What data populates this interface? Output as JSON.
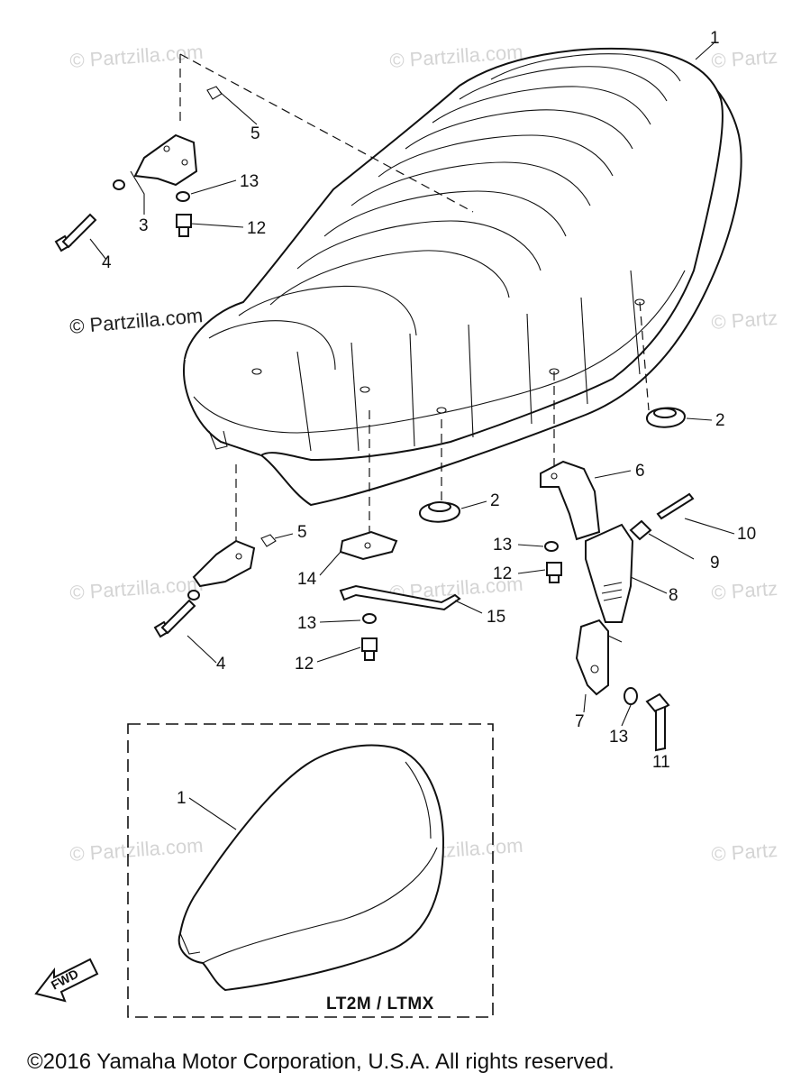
{
  "watermarks": {
    "faint": "© Partzilla.com",
    "faint_cut": "© Partz",
    "dark": "© Partzilla.com"
  },
  "callouts": {
    "c1_main": "1",
    "c2_right": "2",
    "c2_center": "2",
    "c3": "3",
    "c4_top": "4",
    "c4_bottom": "4",
    "c5_top": "5",
    "c5_bottom": "5",
    "c6": "6",
    "c7": "7",
    "c8": "8",
    "c9": "9",
    "c10": "10",
    "c11": "11",
    "c12_top": "12",
    "c12_center": "12",
    "c12_bottom": "12",
    "c13_top": "13",
    "c13_center": "13",
    "c13_bottom": "13",
    "c13_right": "13",
    "c14": "14",
    "c15": "15",
    "c1_inset": "1"
  },
  "inset_label": "LT2M / LTMX",
  "fwd_label": "FWD",
  "copyright": "©2016 Yamaha Motor Corporation, U.S.A. All rights reserved."
}
